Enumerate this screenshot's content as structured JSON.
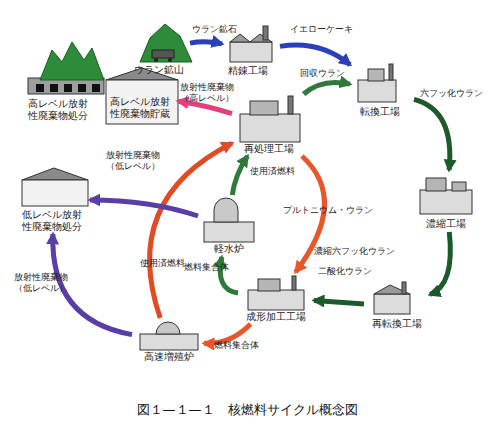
{
  "diagram": {
    "caption": "図１—１—１　核燃料サイクル概念図",
    "nodes": [
      {
        "text": [
          "ウラン鉱山"
        ]
      },
      {
        "text": [
          "精錬工場"
        ]
      },
      {
        "text": [
          "転換工場"
        ]
      },
      {
        "text": [
          "濃縮工場"
        ]
      },
      {
        "text": [
          "再転換工場"
        ]
      },
      {
        "text": [
          "成形加工工場"
        ]
      },
      {
        "text": [
          "軽水炉"
        ]
      },
      {
        "text": [
          "再処理工場"
        ]
      },
      {
        "text": [
          "高速増殖炉"
        ]
      },
      {
        "text": [
          "高レベル放射 性廃棄物処分"
        ]
      },
      {
        "text": [
          "高レベル放射 性廃棄物貯蔵"
        ]
      },
      {
        "text": [
          "低レベル放射 性廃棄物処分"
        ]
      }
    ],
    "edges": [
      {
        "from": 0,
        "to": 1,
        "label": "ウラン鉱石",
        "arrow": "to"
      },
      {
        "from": 1,
        "to": 2,
        "label": "イエローケーキ",
        "arrow": "to"
      },
      {
        "from": 2,
        "to": 3,
        "label": "六フッ化ウラン",
        "arrow": "to"
      },
      {
        "from": 3,
        "to": 4,
        "label": "濃縮六フッ化ウラン",
        "arrow": "to"
      },
      {
        "from": 4,
        "to": 5,
        "label": "二酸化ウラン",
        "arrow": "to"
      },
      {
        "from": 5,
        "to": 6,
        "label": "燃料集合体",
        "arrow": "to"
      },
      {
        "from": 6,
        "to": 7,
        "label": "使用済燃料",
        "arrow": "to"
      },
      {
        "from": 7,
        "to": 2,
        "label": "回収ウラン",
        "arrow": "to"
      },
      {
        "from": 7,
        "to": 5,
        "label": "プルトニウム・ウラン",
        "arrow": "to"
      },
      {
        "from": 5,
        "to": 8,
        "label": "燃料集合体",
        "arrow": "to"
      },
      {
        "from": 8,
        "to": 7,
        "label": "使用済燃料",
        "arrow": "to"
      },
      {
        "from": 7,
        "to": 10,
        "label": "放射性廃棄物 （高レベル）",
        "arrow": "to"
      },
      {
        "from": 6,
        "to": 11,
        "label": "放射性廃棄物 （低レベル）",
        "arrow": "to"
      },
      {
        "from": 8,
        "to": 11,
        "label": "放射性廃棄物 （低レベル）",
        "arrow": "to"
      }
    ]
  }
}
